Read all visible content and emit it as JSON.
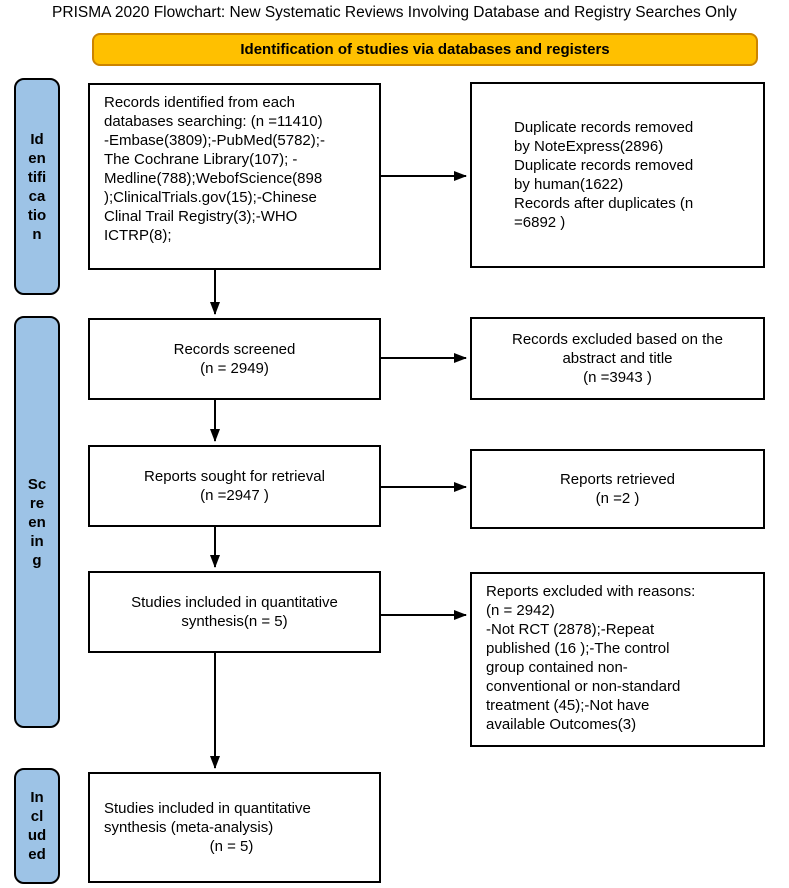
{
  "title": "PRISMA 2020 Flowchart: New Systematic Reviews Involving Database and Registry Searches Only",
  "banner": {
    "label": "Identification of studies via databases and registers"
  },
  "colors": {
    "banner_fill": "#FFC000",
    "banner_border": "#CC8400",
    "stage_fill": "#9DC3E6",
    "box_border": "#000000",
    "text": "#000000"
  },
  "stages": {
    "identification": "Id\nen\ntifi\nca\ntio\nn",
    "screening": "Sc\nre\nen\nin\ng",
    "included": "In\ncl\nud\ned"
  },
  "boxes": {
    "records_identified": "Records identified from each\ndatabases searching: (n =11410)\n-Embase(3809);-PubMed(5782);-\nThe Cochrane Library(107);  -\nMedline(788);WebofScience(898\n);ClinicalTrials.gov(15);-Chinese\nClinal Trail Registry(3);-WHO\nICTRP(8);",
    "duplicates_removed": "Duplicate records removed\nby NoteExpress(2896)\nDuplicate records removed\nby human(1622)\nRecords after duplicates (n\n=6892 )",
    "records_screened": "Records screened\n(n = 2949)",
    "records_excluded": "Records excluded based on the\nabstract and title\n(n =3943 )",
    "reports_sought": "Reports sought for retrieval\n(n =2947 )",
    "reports_retrieved": "Reports retrieved\n(n =2 )",
    "studies_included_quant": "Studies included in quantitative\nsynthesis(n = 5)",
    "reports_excluded_reasons": "Reports excluded with reasons:\n(n = 2942)\n-Not RCT (2878);-Repeat\npublished (16 );-The control\ngroup contained non-\nconventional or non-standard\ntreatment (45);-Not have\navailable Outcomes(3)",
    "studies_included_meta": {
      "text": "Studies included in quantitative\nsynthesis (meta-analysis)",
      "n_line": "(n = 5)"
    }
  }
}
